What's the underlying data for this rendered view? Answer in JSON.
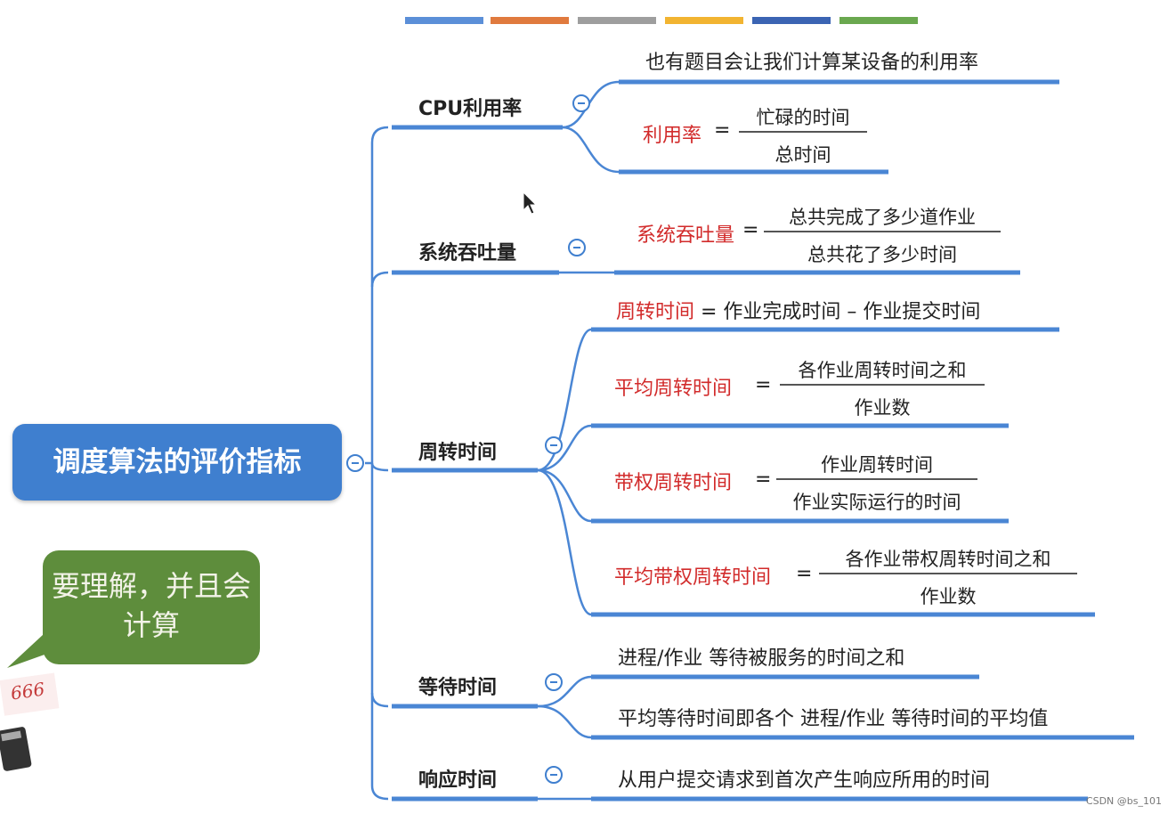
{
  "root": {
    "title": "调度算法的评价指标"
  },
  "top_palette": [
    "#5b8fd8",
    "#e07a3e",
    "#9e9e9e",
    "#f2b431",
    "#3b64b3",
    "#6aa84f"
  ],
  "accent_color": "#3f7fcf",
  "highlight_color": "#d22b2b",
  "branches": [
    {
      "label": "CPU利用率",
      "leaves": [
        {
          "text": "也有题目会让我们计算某设备的利用率"
        },
        {
          "term": "利用率",
          "op": "=",
          "numerator": "忙碌的时间",
          "denominator": "总时间"
        }
      ]
    },
    {
      "label": "系统吞吐量",
      "leaves": [
        {
          "term": "系统吞吐量",
          "op": "=",
          "numerator": "总共完成了多少道作业",
          "denominator": "总共花了多少时间"
        }
      ]
    },
    {
      "label": "周转时间",
      "leaves": [
        {
          "term": "周转时间",
          "rest": " = 作业完成时间 – 作业提交时间"
        },
        {
          "term": "平均周转时间",
          "op": "=",
          "numerator": "各作业周转时间之和",
          "denominator": "作业数"
        },
        {
          "term": "带权周转时间",
          "op": "=",
          "numerator": "作业周转时间",
          "denominator": "作业实际运行的时间"
        },
        {
          "term": "平均带权周转时间",
          "op": "=",
          "numerator": "各作业带权周转时间之和",
          "denominator": "作业数"
        }
      ]
    },
    {
      "label": "等待时间",
      "leaves": [
        {
          "text": "进程/作业 等待被服务的时间之和"
        },
        {
          "text": "平均等待时间即各个 进程/作业 等待时间的平均值"
        }
      ]
    },
    {
      "label": "响应时间",
      "leaves": [
        {
          "text": "从用户提交请求到首次产生响应所用的时间"
        }
      ]
    }
  ],
  "callout": {
    "text": "要理解，并且会计算"
  },
  "sticker": {
    "text": "666"
  },
  "watermark": "CSDN @bs_101"
}
